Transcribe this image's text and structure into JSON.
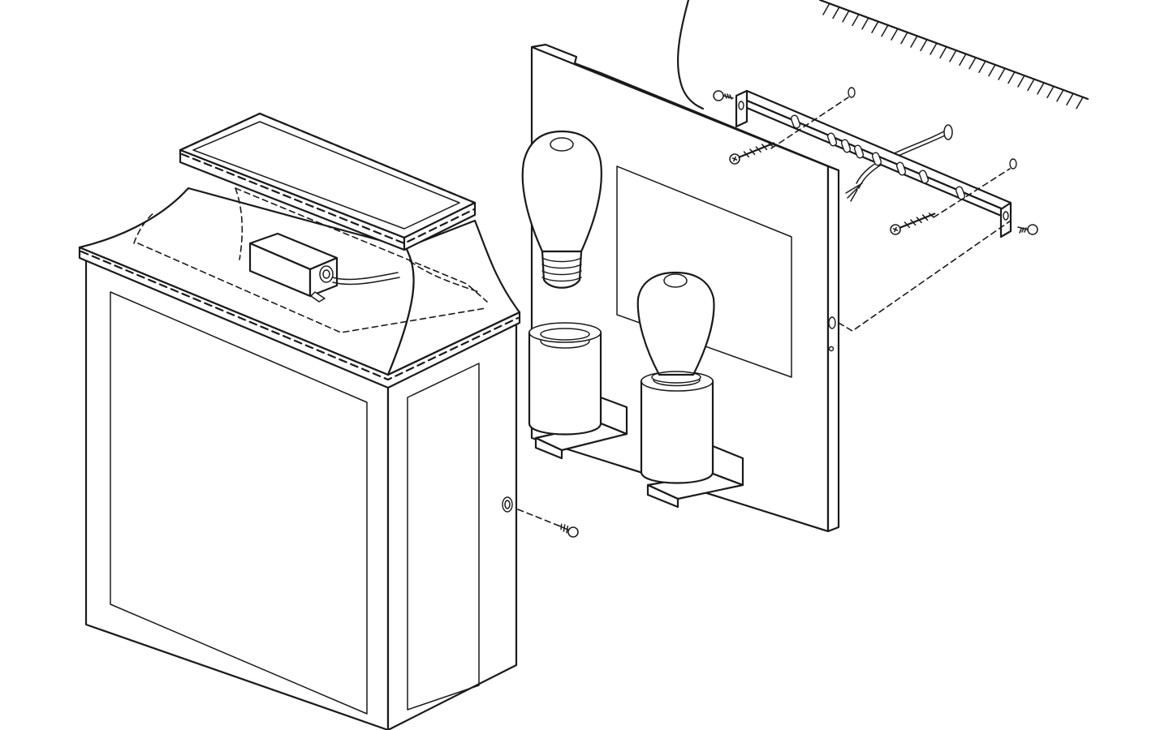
{
  "diagram": {
    "kind": "exploded assembly drawing",
    "parts": [
      "lantern-housing",
      "driver-box",
      "back-plate",
      "lamp-holder-left",
      "lamp-holder-right",
      "led-bulb-left",
      "led-bulb-right",
      "mounting-bracket",
      "wall-screws",
      "bracket-screws",
      "housing-screw",
      "supply-cable",
      "ceiling-wall"
    ],
    "colors": {
      "line": "#1a1a1a",
      "background": "#ffffff"
    }
  }
}
